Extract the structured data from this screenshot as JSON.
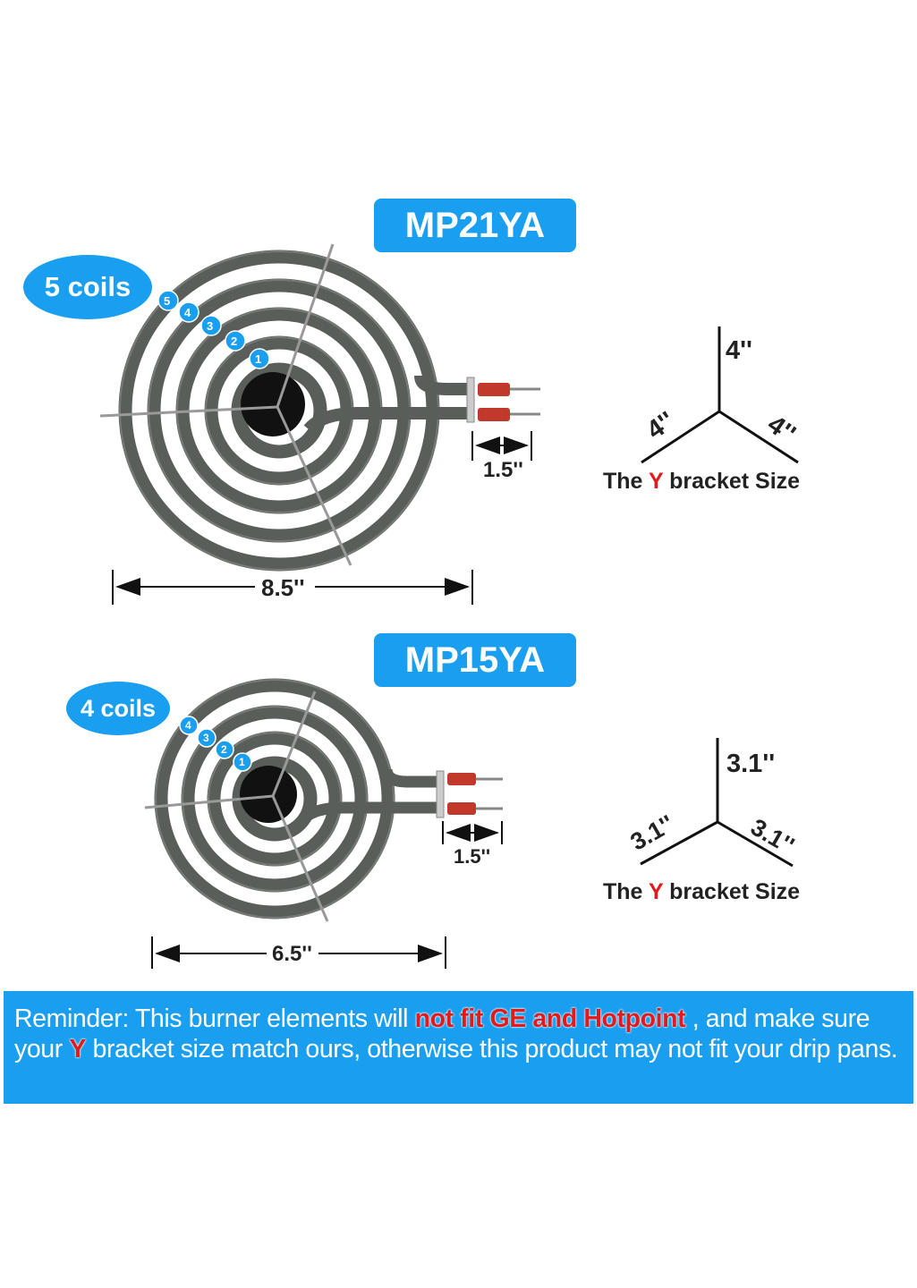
{
  "large": {
    "model": "MP21YA",
    "coils_label": "5 coils",
    "coil_numbers": [
      "1",
      "2",
      "3",
      "4",
      "5"
    ],
    "width": "8.5''",
    "terminal_gap": "1.5''",
    "bracket": {
      "top": "4''",
      "left": "4''",
      "right": "4''"
    },
    "caption": {
      "pre": "The ",
      "y": "Y",
      "post": " bracket Size"
    }
  },
  "small": {
    "model": "MP15YA",
    "coils_label": "4 coils",
    "coil_numbers": [
      "1",
      "2",
      "3",
      "4"
    ],
    "width": "6.5''",
    "terminal_gap": "1.5''",
    "bracket": {
      "top": "3.1''",
      "left": "3.1''",
      "right": "3.1''"
    },
    "caption": {
      "pre": "The ",
      "y": "Y",
      "post": " bracket Size"
    }
  },
  "reminder": {
    "part1": "Reminder: This burner elements will ",
    "highlight": "not fit GE and Hotpoint",
    "part2": " , and make sure your ",
    "y": "Y",
    "part3": " bracket size match ours, otherwise this product may not fit your drip pans."
  },
  "colors": {
    "accent": "#1a9ff0",
    "warning": "#e11b1b",
    "coil": "#5a5e5a",
    "terminal": "#c0392b"
  }
}
